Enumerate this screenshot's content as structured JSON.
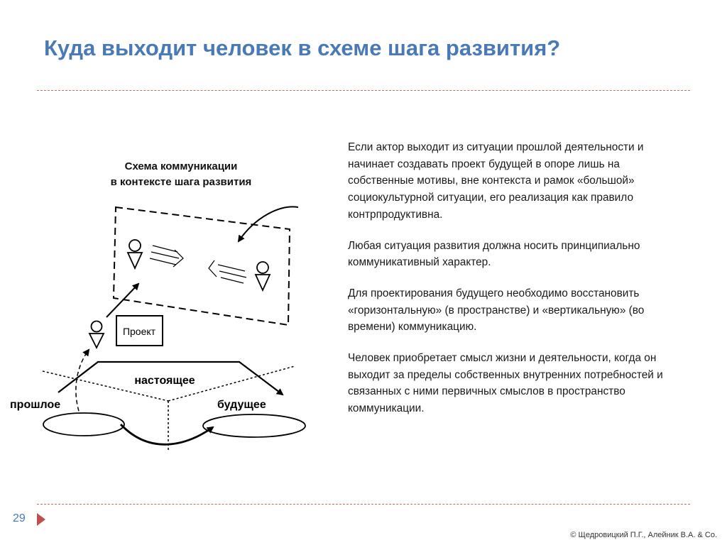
{
  "slide": {
    "title": "Куда выходит человек в схеме шага развития?",
    "page_number": "29",
    "copyright": "© Щедровицкий П.Г., Алейник В.А. & Co."
  },
  "diagram": {
    "title_line1": "Схема коммуникации",
    "title_line2": "в контексте шага развития",
    "project_label": "Проект",
    "present_label": "настоящее",
    "past_label": "прошлое",
    "future_label": "будущее",
    "icons": [
      "person-icon",
      "arrow-icon",
      "arrow-icon",
      "ellipse-shape"
    ]
  },
  "text": {
    "paragraphs": [
      "Если актор выходит из ситуации прошлой деятельности и начинает создавать проект будущей в опоре лишь на собственные мотивы, вне контекста и рамок «большой» социокультурной ситуации, его реализация как правило контрпродуктивна.",
      "Любая ситуация развития должна носить принципиально коммуникативный характер.",
      "Для проектирования будущего необходимо восстановить «горизонтальную» (в пространстве) и «вертикальную» (во времени) коммуникацию.",
      "Человек приобретает смысл жизни и деятельности, когда он выходит за пределы собственных внутренних потребностей и связанных с ними первичных смыслов в пространство коммуникации."
    ]
  },
  "colors": {
    "title": "#4a7ab5",
    "rule": "#c86a6a",
    "marker": "#c0504d"
  }
}
